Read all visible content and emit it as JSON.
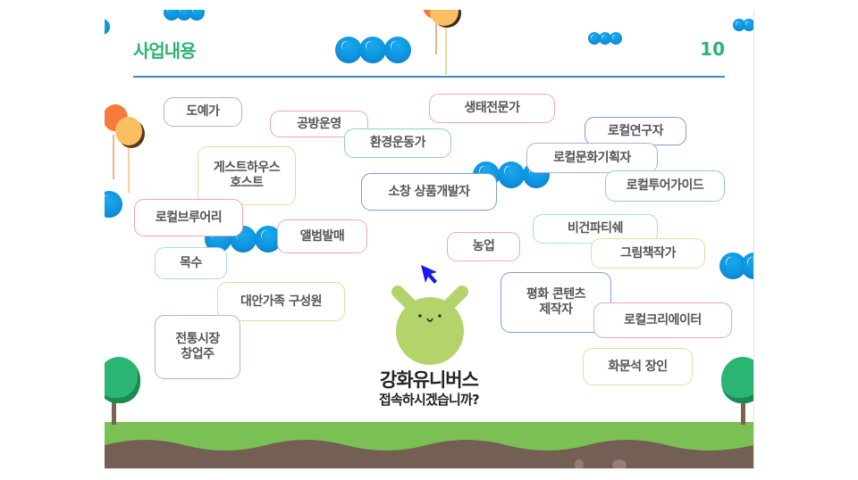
{
  "slide": {
    "title": "사업내용",
    "page_number": "10",
    "title_color": "#2bb574",
    "rule_color": "#3f86c9"
  },
  "tags": [
    {
      "label": "도예가",
      "border": "#b3afd8"
    },
    {
      "label": "공방운영",
      "border": "#f2a4b8"
    },
    {
      "label": "생태전문가",
      "border": "#f2a4b8"
    },
    {
      "label": "환경운동가",
      "border": "#8fd6a8"
    },
    {
      "label": "로컬연구자",
      "border": "#7b9fd6"
    },
    {
      "label": "게스트하우스\n호스트",
      "border": "#f5d59a"
    },
    {
      "label": "로컬문화기획자",
      "border": "#b3afd8"
    },
    {
      "label": "소창 상품개발자",
      "border": "#7b9fd6"
    },
    {
      "label": "로컬투어가이드",
      "border": "#8fd6a8"
    },
    {
      "label": "로컬브루어리",
      "border": "#f2a4b8"
    },
    {
      "label": "앨범발매",
      "border": "#f2a4b8"
    },
    {
      "label": "비건파티쉐",
      "border": "#a9d9f0"
    },
    {
      "label": "농업",
      "border": "#f2a4b8"
    },
    {
      "label": "그림책작가",
      "border": "#f5d59a"
    },
    {
      "label": "목수",
      "border": "#a9d9f0"
    },
    {
      "label": "대안가족 구성원",
      "border": "#d3e6a0"
    },
    {
      "label": "평화 콘텐츠\n제작자",
      "border": "#7b9fd6"
    },
    {
      "label": "로컬크리에이터",
      "border": "#f2a4b8"
    },
    {
      "label": "전통시장\n창업주",
      "border": "#b3afd8"
    },
    {
      "label": "화문석 장인",
      "border": "#d3e6a0"
    }
  ],
  "cta": {
    "line1": "강화유니버스",
    "line2": "접속하시겠습니까?"
  },
  "colors": {
    "mascot": "#b2d46a",
    "grass": "#7ac054",
    "dirt": "#735f54",
    "ball": "#0d95df",
    "cursor": "#1a1aee"
  }
}
